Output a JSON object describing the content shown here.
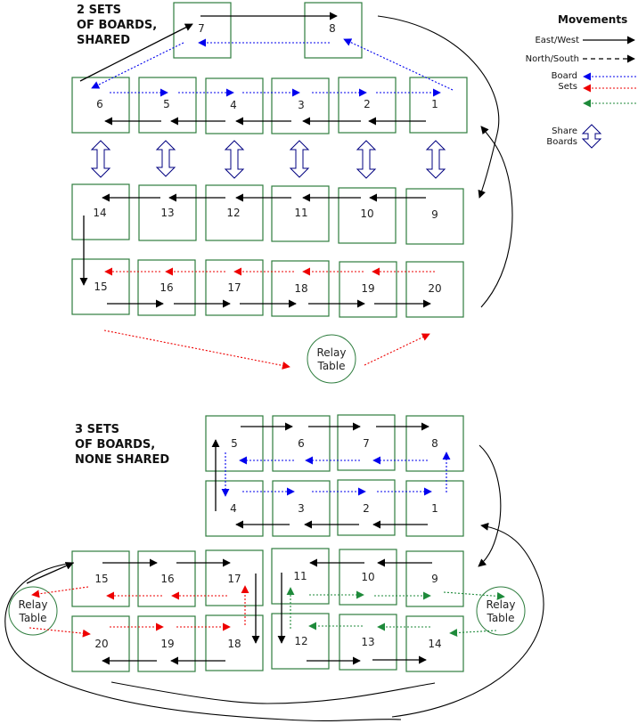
{
  "section1": {
    "title": "2 SETS\nOF BOARDS,\nSHARED",
    "tables": [
      "1",
      "2",
      "3",
      "4",
      "5",
      "6",
      "7",
      "8",
      "9",
      "10",
      "11",
      "12",
      "13",
      "14",
      "15",
      "16",
      "17",
      "18",
      "19",
      "20"
    ],
    "relay_label": "Relay\nTable"
  },
  "section2": {
    "title": "3 SETS\nOF BOARDS,\nNONE SHARED",
    "tables": [
      "1",
      "2",
      "3",
      "4",
      "5",
      "6",
      "7",
      "8",
      "9",
      "10",
      "11",
      "12",
      "13",
      "14",
      "15",
      "16",
      "17",
      "18",
      "19",
      "20"
    ],
    "relay_left_label": "Relay\nTable",
    "relay_right_label": "Relay\nTable"
  },
  "legend": {
    "heading": "Movements",
    "east_west": "East/West",
    "north_south": "North/South",
    "board_sets": "Board\nSets",
    "share_boards": "Share\nBoards"
  },
  "colors": {
    "table_border": "#2e7d3e",
    "ew": "#000000",
    "board_blue": "#0000ee",
    "board_red": "#ee0000",
    "board_green": "#1e8a3a",
    "share": "#000080"
  }
}
